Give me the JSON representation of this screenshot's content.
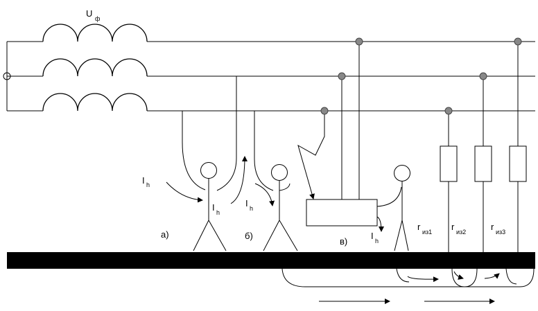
{
  "labels": {
    "u_main": "U",
    "u_sub": "ф",
    "ih_main": "I",
    "ih_sub": "h",
    "case_a": "а)",
    "case_b": "б)",
    "case_c": "в)",
    "r_main": "r",
    "r1_sub": "из1",
    "r2_sub": "из2",
    "r3_sub": "из3"
  }
}
